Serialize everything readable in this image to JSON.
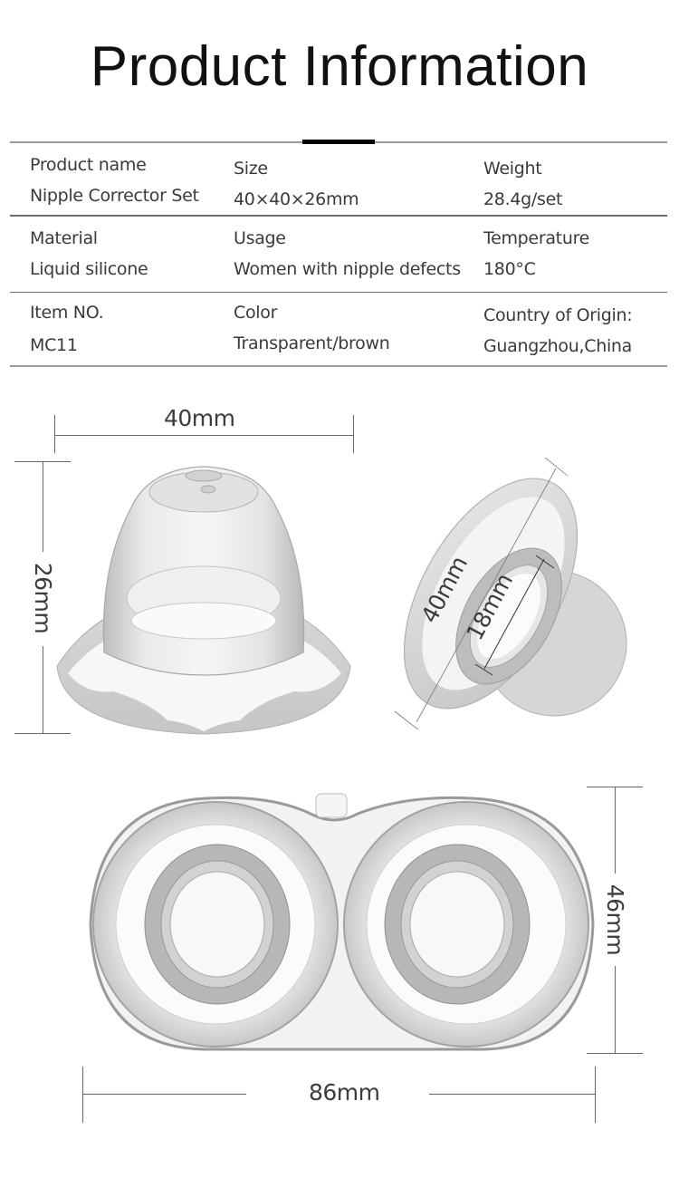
{
  "header": {
    "title": "Product Information"
  },
  "spec_table": {
    "rows": [
      {
        "cells": [
          {
            "label": "Product name",
            "value": "Nipple Corrector Set"
          },
          {
            "label": "Size",
            "value": "40×40×26mm"
          },
          {
            "label": "Weight",
            "value": "28.4g/set"
          }
        ]
      },
      {
        "cells": [
          {
            "label": "Material",
            "value": "Liquid silicone"
          },
          {
            "label": "Usage",
            "value": "Women with nipple defects"
          },
          {
            "label": "Temperature",
            "value": "180°C"
          }
        ]
      },
      {
        "cells": [
          {
            "label": "Item NO.",
            "value": "MC11"
          },
          {
            "label": "Color",
            "value": "Transparent/brown"
          },
          {
            "label": "Country of Origin:",
            "value": "Guangzhou,China"
          }
        ]
      }
    ]
  },
  "dimensions": {
    "shell_side": {
      "width": "40mm",
      "height": "26mm"
    },
    "shell_angle": {
      "outer_diameter": "40mm",
      "inner_diameter": "18mm"
    },
    "case": {
      "width": "86mm",
      "height": "46mm"
    }
  },
  "colors": {
    "title": "#111111",
    "text": "#3a3a3a",
    "accent_bar": "#000000",
    "rule": "#9a9a9a",
    "dim_line": "#666666"
  }
}
